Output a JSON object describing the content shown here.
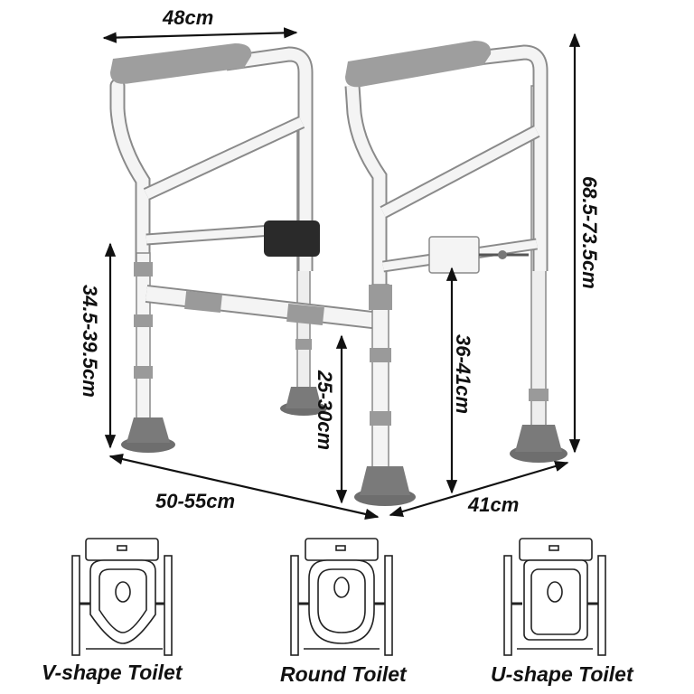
{
  "dimensions": {
    "top_width": "48cm",
    "total_height": "68.5-73.5cm",
    "left_leg_height": "34.5-39.5cm",
    "bar_height": "25-30cm",
    "right_leg_height": "36-41cm",
    "front_width": "50-55cm",
    "depth": "41cm"
  },
  "toilets": [
    {
      "label": "V-shape Toilet"
    },
    {
      "label": "Round Toilet"
    },
    {
      "label": "U-shape Toilet"
    }
  ],
  "colors": {
    "frame": "#f2f2f2",
    "frame_outline": "#8a8a8a",
    "armrest": "#9e9e9e",
    "foot": "#6e6e6e",
    "pad": "#2a2a2a",
    "arrow": "#111111"
  }
}
